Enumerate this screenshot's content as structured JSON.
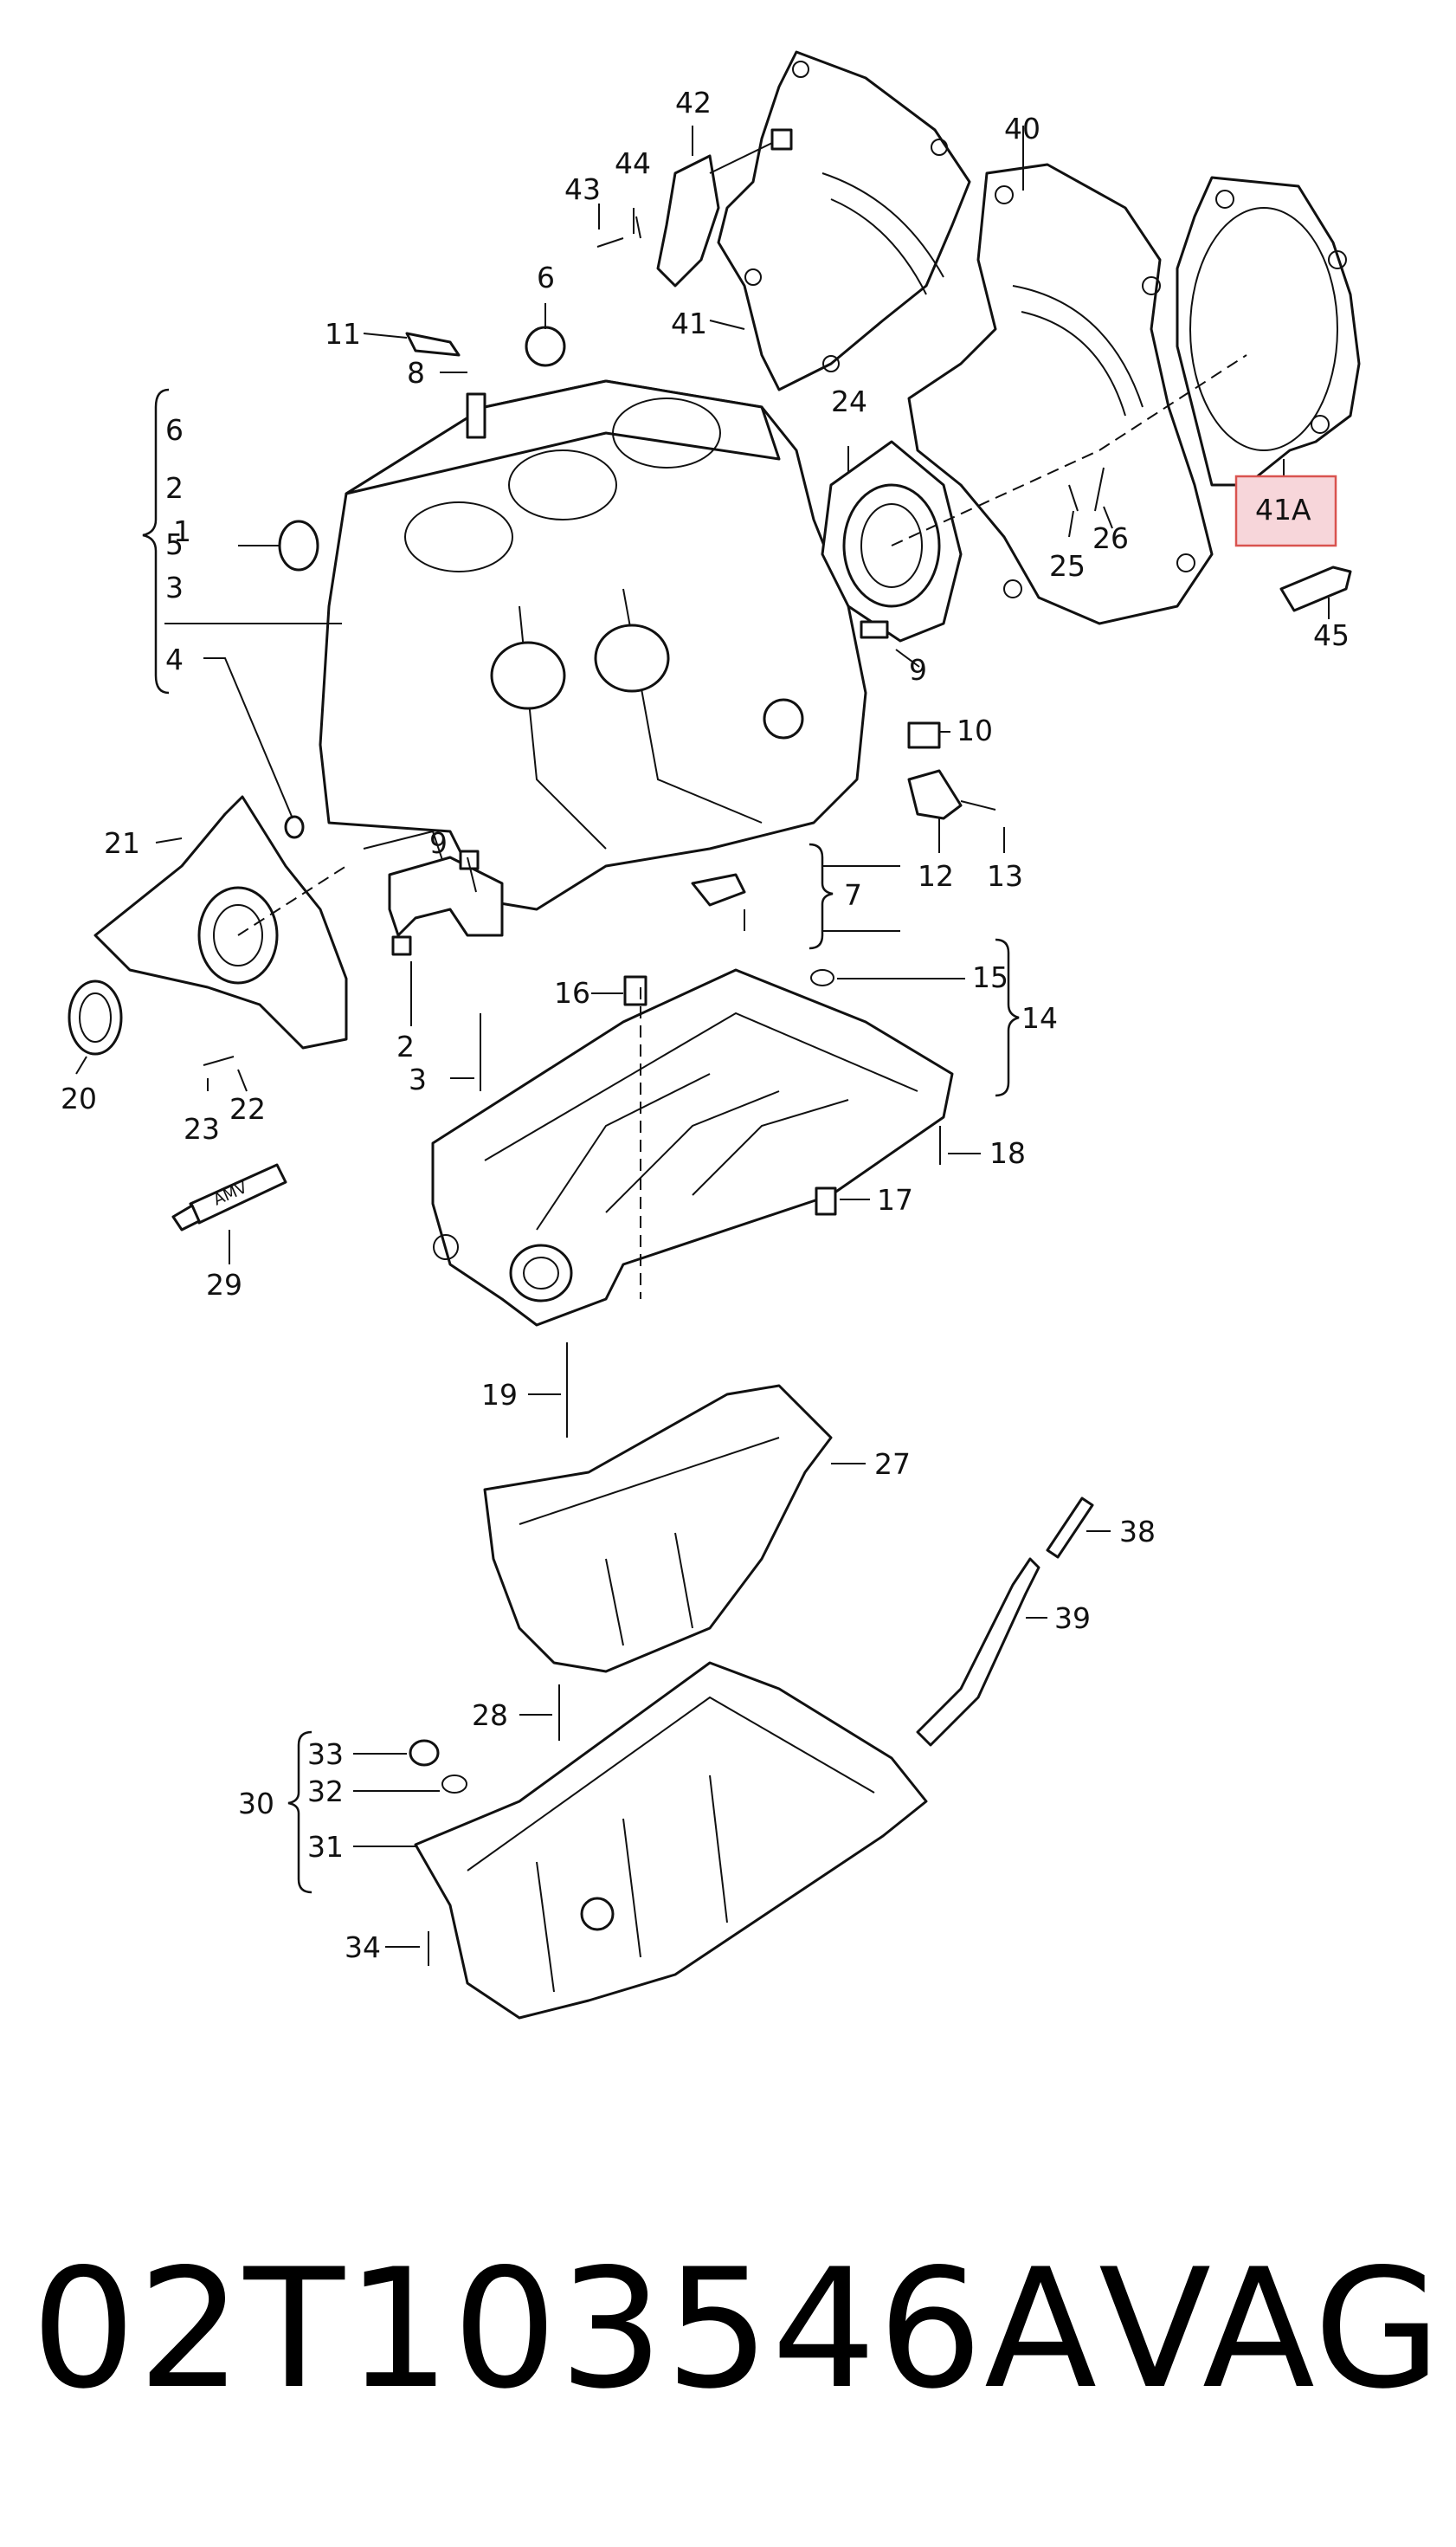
{
  "diagram": {
    "callouts": {
      "c1": "1",
      "c2a": "2",
      "c2b": "2",
      "c3a": "3",
      "c3b": "3",
      "c4": "4",
      "c5": "5",
      "c6a": "6",
      "c6b": "6",
      "c7": "7",
      "c8": "8",
      "c9a": "9",
      "c9b": "9",
      "c10": "10",
      "c11": "11",
      "c12": "12",
      "c13": "13",
      "c14": "14",
      "c15": "15",
      "c16": "16",
      "c17": "17",
      "c18": "18",
      "c19": "19",
      "c20": "20",
      "c21": "21",
      "c22": "22",
      "c23": "23",
      "c24": "24",
      "c25": "25",
      "c26": "26",
      "c27": "27",
      "c28": "28",
      "c29": "29",
      "c30": "30",
      "c31": "31",
      "c32": "32",
      "c33": "33",
      "c34": "34",
      "c38": "38",
      "c39": "39",
      "c40": "40",
      "c41": "41",
      "c41a": "41A",
      "c42": "42",
      "c43": "43",
      "c44": "44",
      "c45": "45"
    },
    "highlight_color": "#f7d6da",
    "highlight_border": "#d9534f",
    "sealant_tube_text": "AMV"
  },
  "caption": {
    "part_number": "02T103546A",
    "brand": "VAG"
  }
}
